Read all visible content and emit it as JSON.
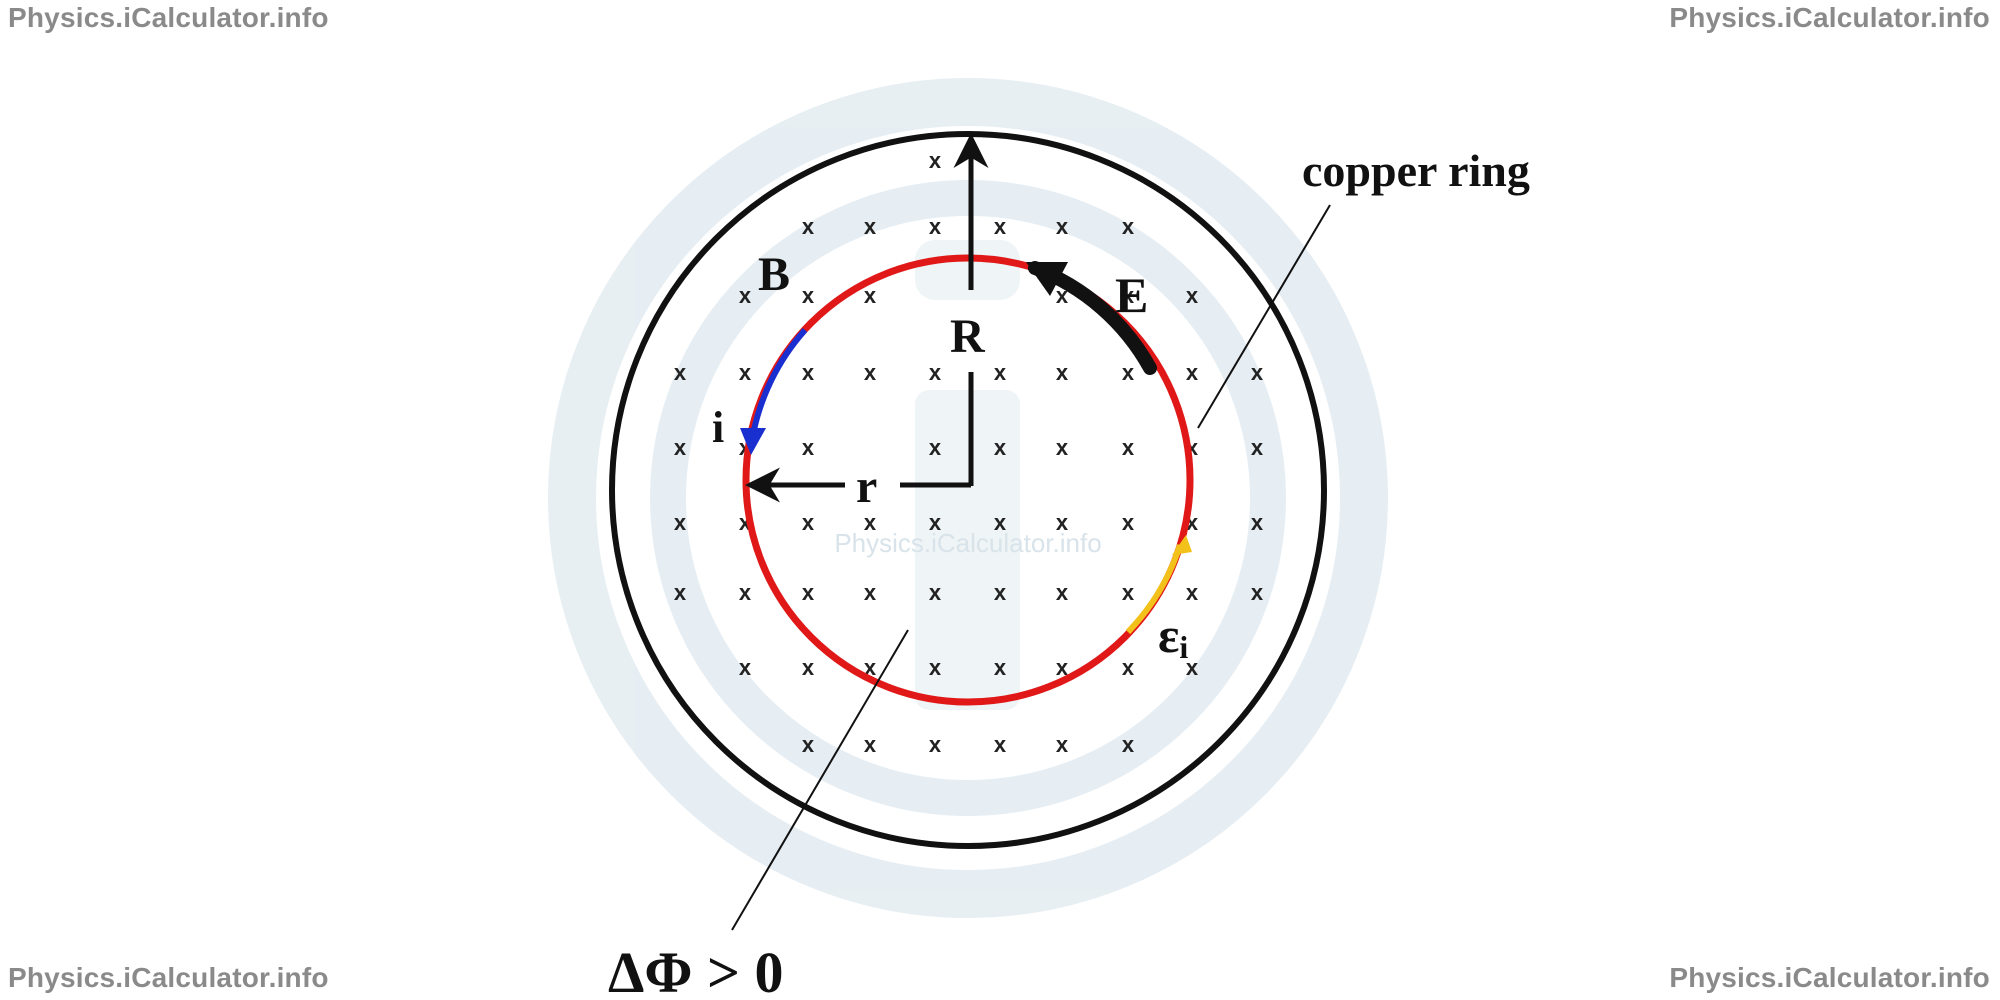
{
  "watermarks": {
    "top_left": "Physics.iCalculator.info",
    "top_right": "Physics.iCalculator.info",
    "bottom_left": "Physics.iCalculator.info",
    "bottom_right": "Physics.iCalculator.info",
    "center": "Physics.iCalculator.info"
  },
  "labels": {
    "copper_ring": "copper ring",
    "field_B": "B",
    "field_E": "E",
    "radius_R": "R",
    "radius_r": "r",
    "current_i": "i",
    "emf": "ε",
    "emf_subscript": "i",
    "flux_change": "ΔΦ > 0"
  },
  "field_mark": "x",
  "colors": {
    "ring": "#e01818",
    "current_arrow": "#1a2fd0",
    "emf_arrow": "#f2c21a",
    "e_field_arrow": "#111111",
    "outline": "#111111",
    "logo_watermark": "#e6eef3"
  }
}
